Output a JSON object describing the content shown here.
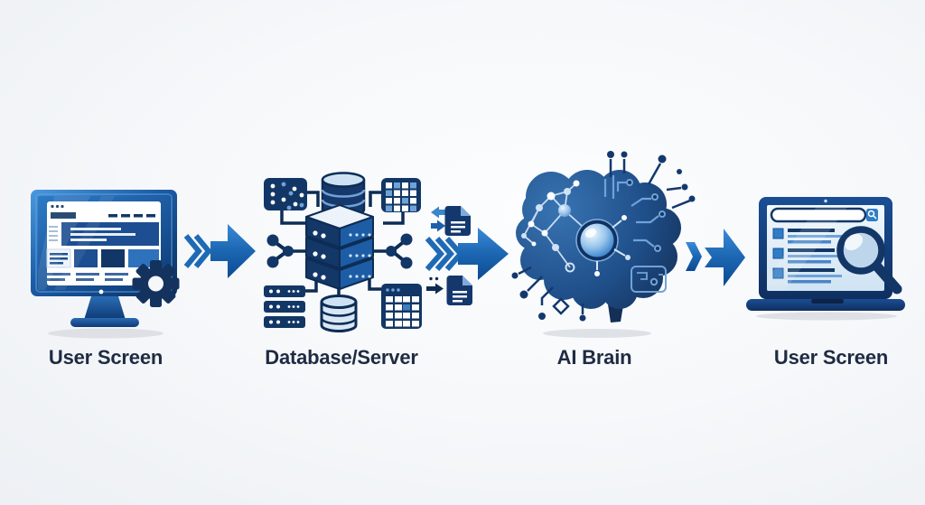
{
  "diagram": {
    "type": "flow",
    "direction": "left-to-right",
    "nodes": [
      {
        "id": "user-screen-input",
        "label": "User Screen",
        "icon": "desktop-monitor-browser-gear-icon"
      },
      {
        "id": "database-server",
        "label": "Database/Server",
        "icon": "server-stack-database-cluster-icon"
      },
      {
        "id": "ai-brain",
        "label": "AI Brain",
        "icon": "circuit-brain-icon"
      },
      {
        "id": "user-screen-output",
        "label": "User Screen",
        "icon": "laptop-search-results-magnifier-icon"
      }
    ],
    "connections": [
      {
        "from": "user-screen-input",
        "to": "database-server",
        "style": "chevron-block-arrow"
      },
      {
        "from": "database-server",
        "to": "ai-brain",
        "style": "chevron-block-arrow",
        "decorations": [
          "document-exchange-icon-top",
          "document-send-icon-bottom"
        ]
      },
      {
        "from": "ai-brain",
        "to": "user-screen-output",
        "style": "notched-block-arrow"
      }
    ],
    "palette": {
      "navy_outline": "#0d2c55",
      "navy": "#14386e",
      "blue_mid": "#1d5fa8",
      "blue_bright": "#2e7dc9",
      "blue_light": "#6fa3d8",
      "blue_pale": "#cfe2f4",
      "label_text": "#1e2b42",
      "background_edge": "#edf0f4",
      "background_center": "#fcfdfe",
      "shadow": "#d9dce2"
    }
  }
}
